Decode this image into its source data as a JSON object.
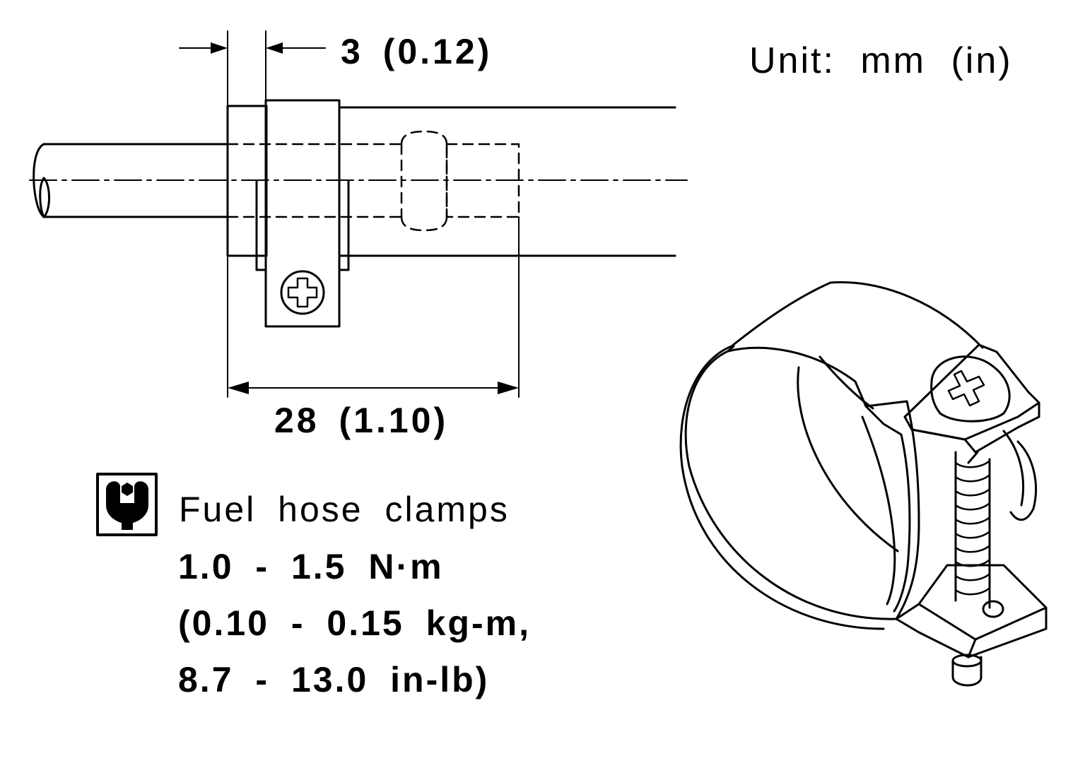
{
  "dimensions": {
    "gap": "3 (0.12)",
    "length": "28 (1.10)"
  },
  "unit_label": "Unit: mm (in)",
  "torque_spec": {
    "icon": "torque-wrench-icon",
    "title": "Fuel hose clamps",
    "line1": "1.0 - 1.5 N·m",
    "line2": "(0.10 - 0.15 kg-m,",
    "line3": "8.7 - 13.0 in-lb)"
  }
}
